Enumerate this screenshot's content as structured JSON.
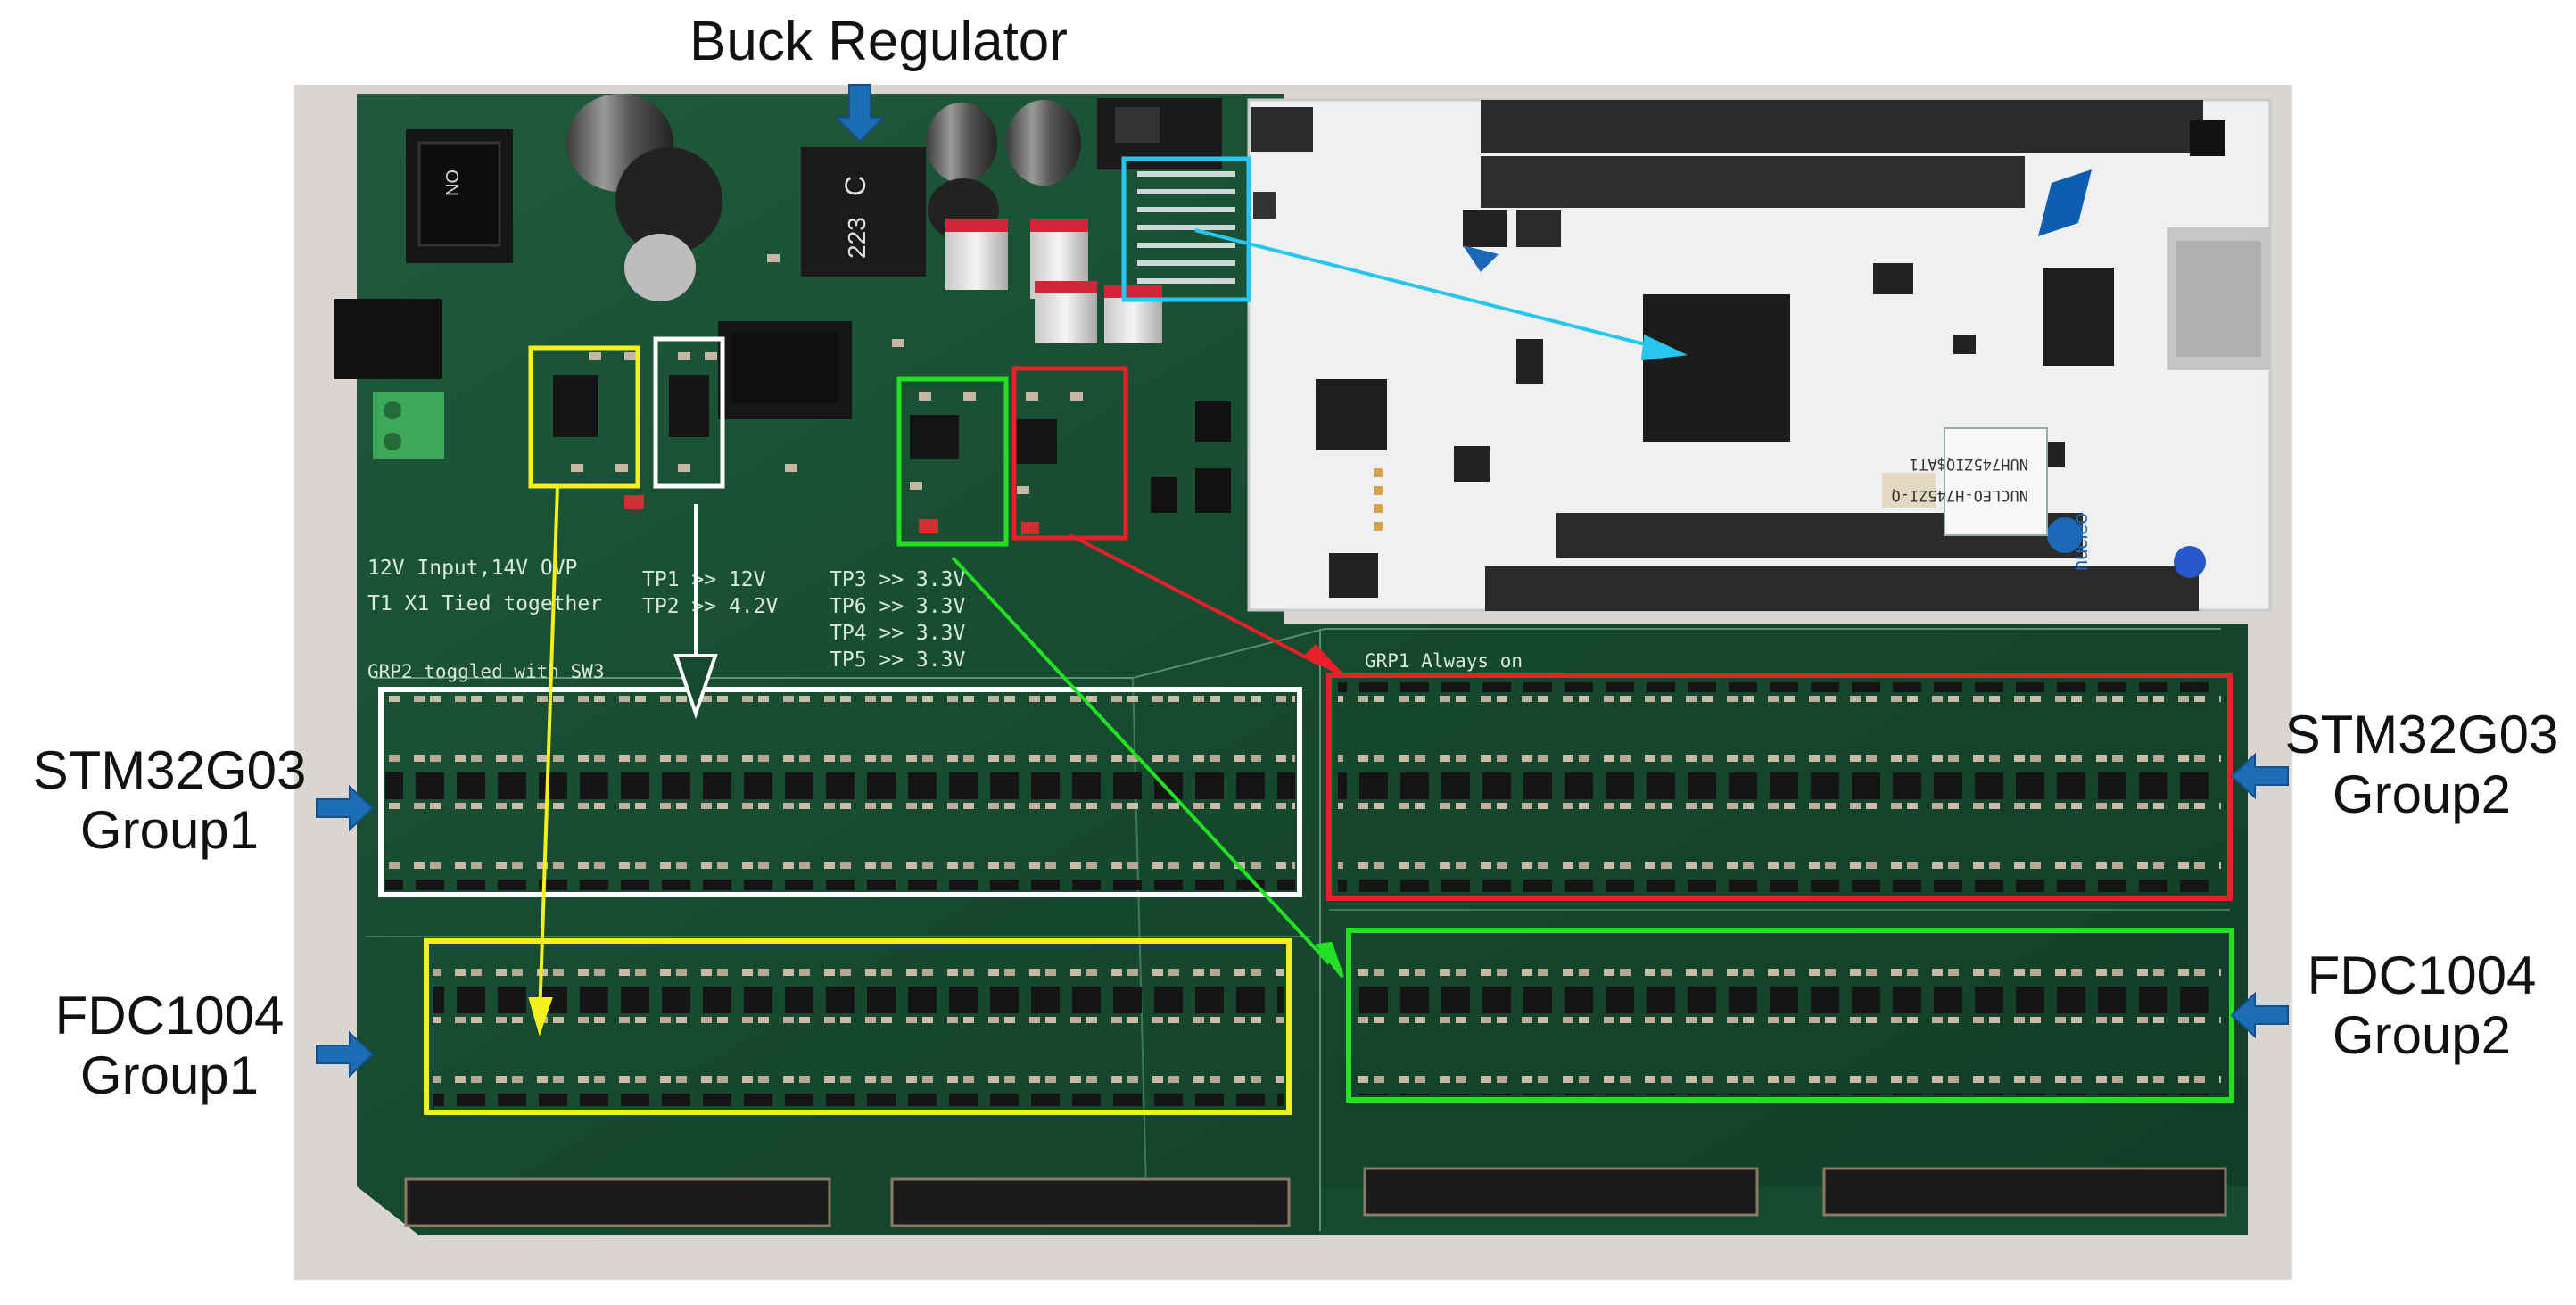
{
  "figure": {
    "annotations": {
      "buck_regulator": "Buck Regulator",
      "stm_group1": [
        "STM32G03",
        "Group1"
      ],
      "stm_group2": [
        "STM32G03",
        "Group2"
      ],
      "fdc_group1": [
        "FDC1004",
        "Group1"
      ],
      "fdc_group2": [
        "FDC1004",
        "Group2"
      ]
    },
    "silkscreen": {
      "input_note_1": "12V Input,14V OVP",
      "input_note_2": "T1 X1 Tied together",
      "tp1": "TP1 >> 12V",
      "tp2": "TP2 >> 4.2V",
      "tp3": "TP3 >> 3.3V",
      "tp6": "TP6 >> 3.3V",
      "tp4": "TP4 >> 3.3V",
      "tp5": "TP5 >> 3.3V",
      "grp2_note": "GRP2 toggled with SW3",
      "grp1_note": "GRP1 Always on",
      "switch_marks": "ON",
      "inductor_marks": [
        "C",
        "223"
      ],
      "nucleo_board": "NUCLEO-H745ZI-Q",
      "nucleo_part": "NUH745ZIQ$AT1",
      "nucleo_brand": "nucleo"
    },
    "highlight_colors": {
      "white": "#ffffff",
      "yellow": "#f3f01b",
      "green": "#22e022",
      "red": "#e8202a",
      "cyan": "#28c6ee",
      "arrow_blue": "#1d6db5"
    }
  }
}
